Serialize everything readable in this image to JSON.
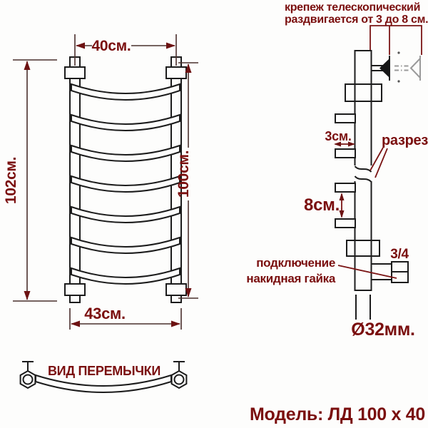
{
  "colors": {
    "line": "#1c1c1c",
    "accent_text": "#7a0e0e",
    "dimension": "#6d1212",
    "ghost": "#9a9a9a",
    "background": "#fdfdfc"
  },
  "model_label": "Модель: ЛД 100 х 40",
  "front_view": {
    "dim_width_top": "40см.",
    "dim_height_left": "102см.",
    "dim_height_right": "100см.",
    "dim_width_bottom": "43см.",
    "rung_count": 7
  },
  "side_view": {
    "mount_note_line1": "крепеж телескопический",
    "mount_note_line2": "раздвигается от 3 до 8 см.",
    "dim_bracket_depth": "3см.",
    "section_label": "разрез",
    "dim_rung_spacing": "8см.",
    "connection_label_line1": "подключение",
    "connection_label_line2": "накидная гайка",
    "thread_size": "3/4",
    "pipe_diameter": "Ø32мм."
  },
  "crossbar_view": {
    "title": "ВИД ПЕРЕМЫЧКИ"
  }
}
